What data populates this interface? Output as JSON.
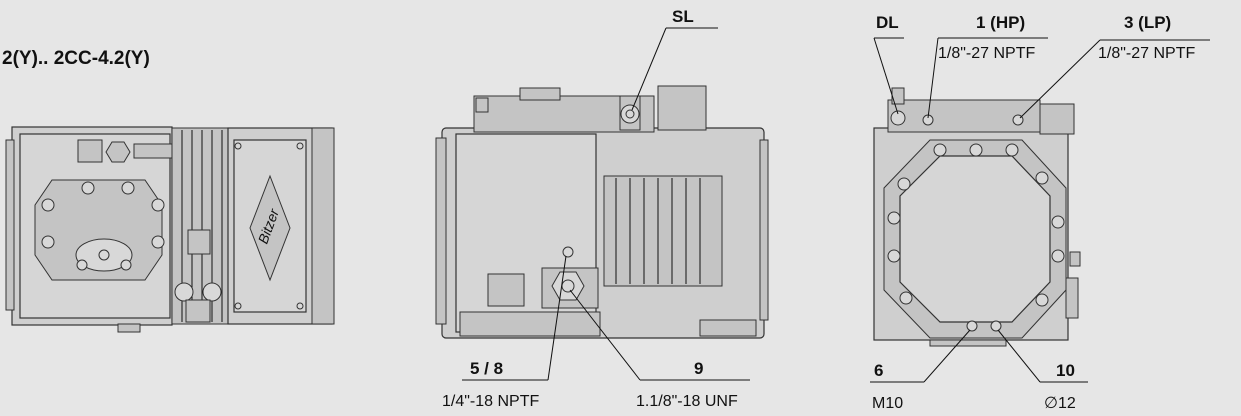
{
  "header": {
    "model_text": "2(Y).. 2CC-4.2(Y)"
  },
  "logo_text": "Bitzer",
  "callouts": {
    "sl": {
      "label": "SL"
    },
    "dl": {
      "label": "DL"
    },
    "hp": {
      "label": "1 (HP)",
      "spec": "1/8\"-27 NPTF"
    },
    "lp": {
      "label": "3 (LP)",
      "spec": "1/8\"-27 NPTF"
    },
    "c58": {
      "label": "5 / 8",
      "spec": "1/4\"-18 NPTF"
    },
    "c9": {
      "label": "9",
      "spec": "1.1/8\"-18 UNF"
    },
    "c6": {
      "label": "6",
      "spec": "M10"
    },
    "c10": {
      "label": "10",
      "spec": "∅12"
    }
  },
  "colors": {
    "background": "#e6e6e6",
    "line": "#111111",
    "body": "#cfcfcf"
  }
}
